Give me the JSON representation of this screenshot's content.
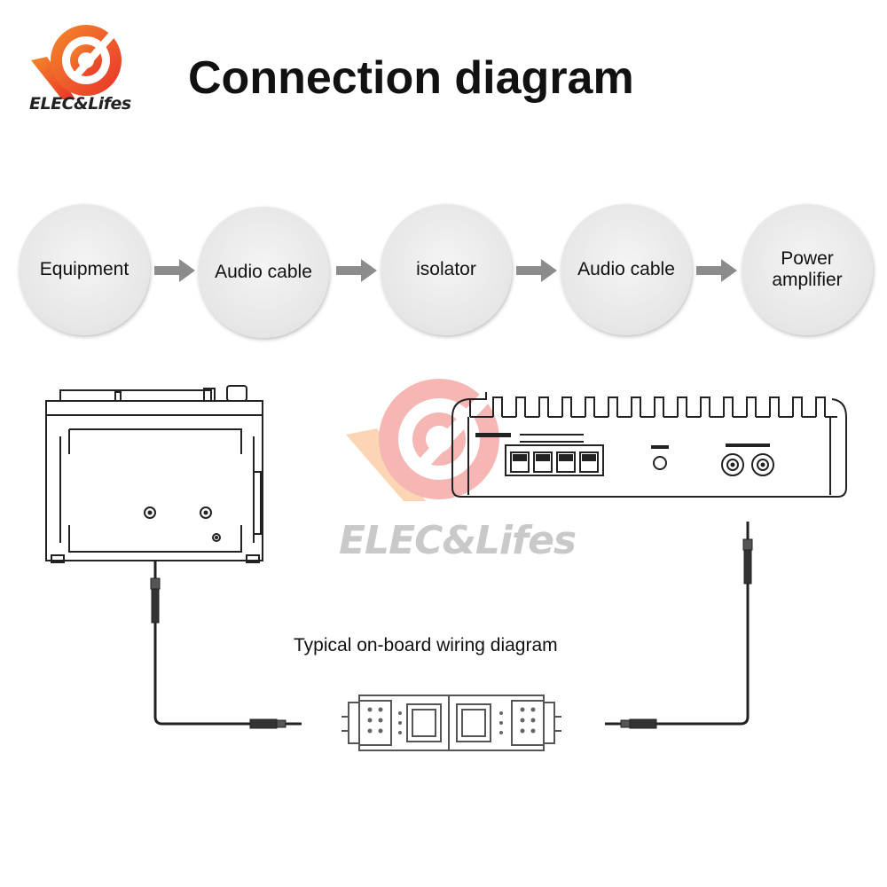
{
  "title": "Connection diagram",
  "logo": {
    "text": "ELEC&Lifes"
  },
  "watermark": {
    "text": "ELEC&Lifes"
  },
  "flow": {
    "nodes": [
      {
        "lines": [
          "Equipment"
        ]
      },
      {
        "lines": [
          "Audio cable"
        ]
      },
      {
        "lines": [
          "isolator"
        ]
      },
      {
        "lines": [
          "Audio cable"
        ]
      },
      {
        "lines": [
          "Power",
          "amplifier"
        ]
      }
    ]
  },
  "illustration": {
    "wiring_caption": "Typical on-board wiring diagram"
  },
  "colors": {
    "accent_red": "#e8332a",
    "accent_orange": "#f5882a",
    "node_fill": "#e6e6e6",
    "arrow": "#8c8c8c"
  }
}
